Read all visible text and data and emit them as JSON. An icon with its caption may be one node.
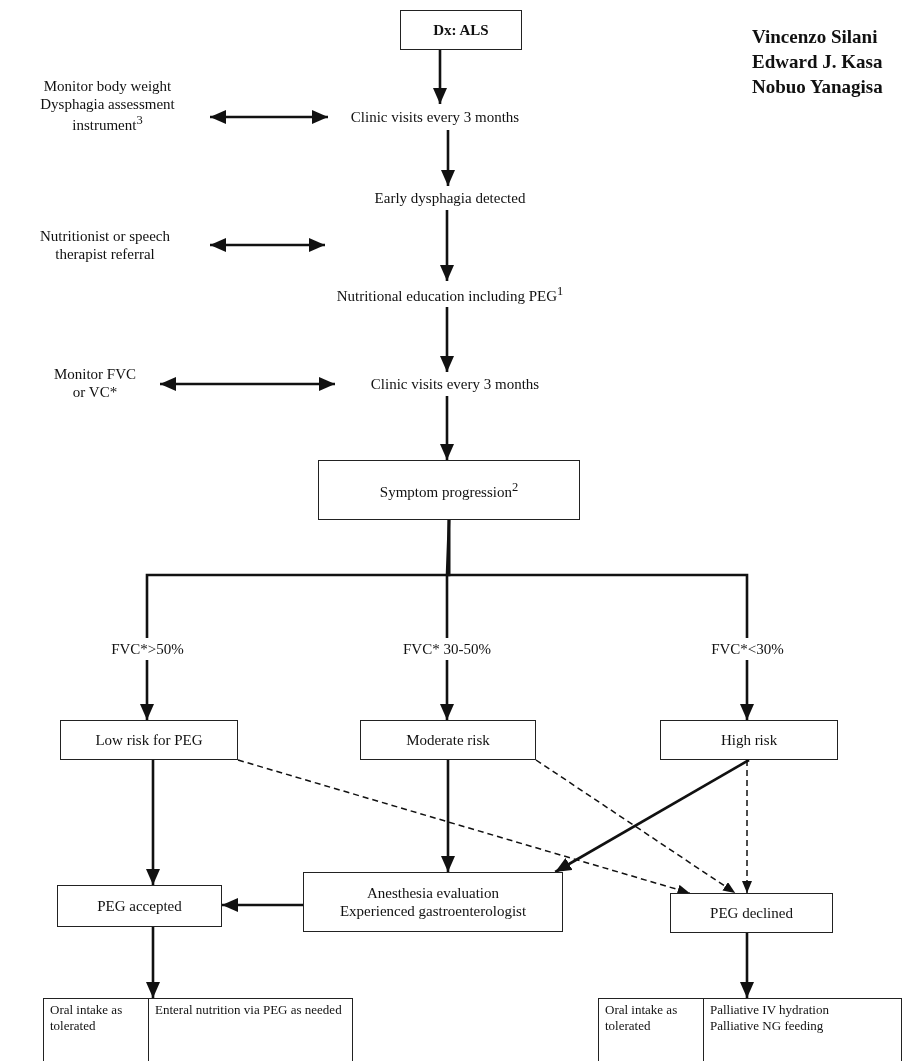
{
  "diagram": {
    "nodes": [
      {
        "text": [
          "Dx: ALS"
        ]
      },
      {
        "text": [
          "Monitor body weight",
          "Dysphagia assessment instrument$^{3}$"
        ]
      },
      {
        "text": [
          "Clinic visits every 3 months"
        ]
      },
      {
        "text": [
          "Early dysphagia detected"
        ]
      },
      {
        "text": [
          "Nutritionist or speech therapist referral"
        ]
      },
      {
        "text": [
          "Nutritional education including PEG$^{1}$"
        ]
      },
      {
        "text": [
          "Monitor FVC or VC*"
        ]
      },
      {
        "text": [
          "Clinic visits every 3 months"
        ]
      },
      {
        "text": [
          "Symptom progression$^{2}$"
        ]
      },
      {
        "text": [
          "FVC*>50%"
        ]
      },
      {
        "text": [
          "FVC* 30-50%"
        ]
      },
      {
        "text": [
          "FVC*<30%"
        ]
      },
      {
        "text": [
          "Low risk for PEG"
        ]
      },
      {
        "text": [
          "Moderate risk"
        ]
      },
      {
        "text": [
          "High risk"
        ]
      },
      {
        "text": [
          "PEG accepted"
        ]
      },
      {
        "text": [
          "Anesthesia evaluation",
          "Experienced gastroenterologist"
        ]
      },
      {
        "text": [
          "PEG declined"
        ]
      },
      {
        "text": [
          "Oral intake as tolerated",
          "Enteral nutrition via PEG as needed"
        ]
      },
      {
        "text": [
          "Oral intake as tolerated",
          "Palliative IV hydration",
          "Palliative NG feeding"
        ]
      }
    ],
    "edges": [
      {
        "from": 0,
        "to": 2,
        "arrow": "to"
      },
      {
        "from": 1,
        "to": 2,
        "arrow": "both"
      },
      {
        "from": 2,
        "to": 3,
        "arrow": "to"
      },
      {
        "from": 4,
        "to": null,
        "arrow": "both"
      },
      {
        "from": 3,
        "to": 5,
        "arrow": "to"
      },
      {
        "from": 6,
        "to": 7,
        "arrow": "both"
      },
      {
        "from": 5,
        "to": 7,
        "arrow": "to"
      },
      {
        "from": 7,
        "to": 8,
        "arrow": "to"
      },
      {
        "from": 8,
        "to": 9,
        "arrow": "none"
      },
      {
        "from": 8,
        "to": 10,
        "arrow": "none"
      },
      {
        "from": 8,
        "to": 11,
        "arrow": "none"
      },
      {
        "from": 9,
        "to": 12,
        "arrow": "to"
      },
      {
        "from": 10,
        "to": 13,
        "arrow": "to"
      },
      {
        "from": 11,
        "to": 14,
        "arrow": "to"
      },
      {
        "from": 12,
        "to": 15,
        "arrow": "to"
      },
      {
        "from": 13,
        "to": 16,
        "arrow": "to"
      },
      {
        "from": 16,
        "to": 15,
        "arrow": "to"
      },
      {
        "from": 14,
        "to": 16,
        "arrow": "to"
      },
      {
        "from": 12,
        "to": 17,
        "arrow": "to",
        "style": "dashed"
      },
      {
        "from": 13,
        "to": 17,
        "arrow": "to",
        "style": "dashed"
      },
      {
        "from": 14,
        "to": 17,
        "arrow": "to",
        "style": "dashed"
      },
      {
        "from": 15,
        "to": 18,
        "arrow": "to"
      },
      {
        "from": 17,
        "to": 19,
        "arrow": "to"
      }
    ],
    "labels": [
      "Vincenzo Silani",
      "Edward J. Kasa",
      "Nobuo Yanagisa"
    ]
  }
}
